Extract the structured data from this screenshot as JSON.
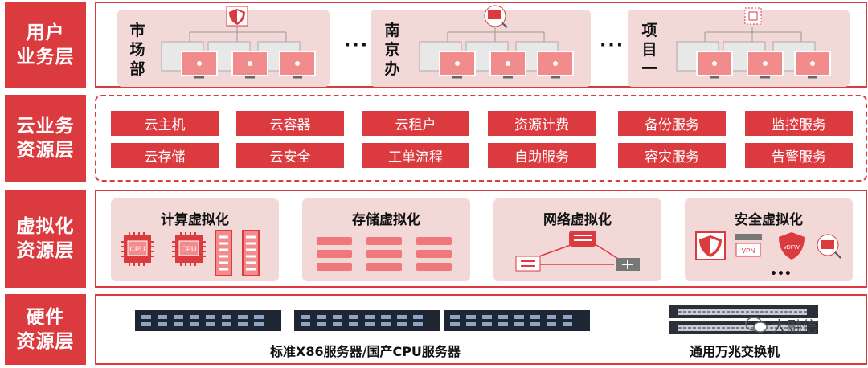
{
  "layers": [
    {
      "label_l1": "用户",
      "label_l2": "业务层"
    },
    {
      "label_l1": "云业务",
      "label_l2": "资源层"
    },
    {
      "label_l1": "虚拟化",
      "label_l2": "资源层"
    },
    {
      "label_l1": "硬件",
      "label_l2": "资源层"
    }
  ],
  "user_groups": [
    {
      "label": [
        "市",
        "场",
        "部"
      ],
      "top_icon": "shield-icon"
    },
    {
      "label": [
        "南",
        "京",
        "办"
      ],
      "top_icon": "monitor-search-icon"
    },
    {
      "label": [
        "项",
        "目",
        "一"
      ],
      "top_icon": "firewall-icon"
    }
  ],
  "ellipsis": "···",
  "services": [
    [
      "云主机",
      "云容器",
      "云租户",
      "资源计费",
      "备份服务",
      "监控服务"
    ],
    [
      "云存储",
      "云安全",
      "工单流程",
      "自助服务",
      "容灾服务",
      "告警服务"
    ]
  ],
  "virtualization": [
    {
      "title": "计算虚拟化",
      "chip_label": "CPU"
    },
    {
      "title": "存储虚拟化"
    },
    {
      "title": "网络虚拟化"
    },
    {
      "title": "安全虚拟化",
      "vpn_label": "VPN",
      "vdfw_label": "vDFW",
      "more": "•••"
    }
  ],
  "hardware": {
    "servers_caption": "标准X86服务器/国产CPU服务器",
    "switch_caption": "通用万兆交换机"
  },
  "watermark": "大融信",
  "colors": {
    "accent": "#db3a3f",
    "panel_bg": "#f3d8d8",
    "monitor_bg": "#f28c8c"
  }
}
